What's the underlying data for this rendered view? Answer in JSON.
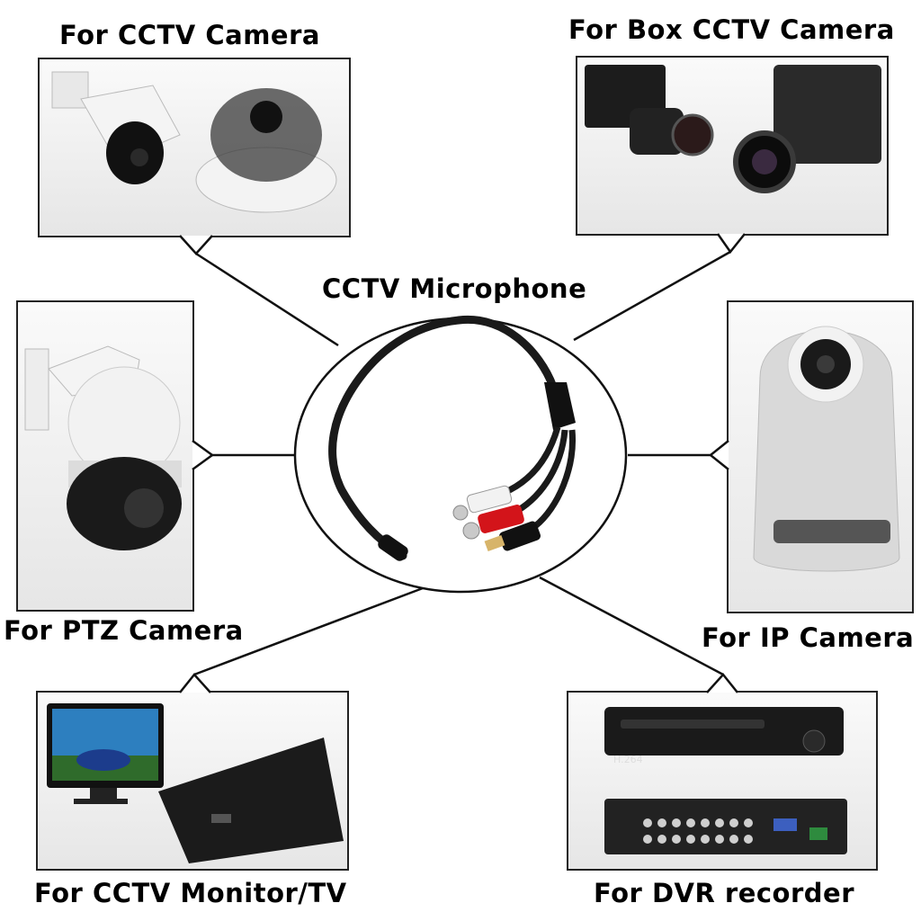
{
  "center": {
    "title": "CCTV Microphone"
  },
  "panels": {
    "cctv_camera": {
      "label": "For CCTV Camera"
    },
    "box_camera": {
      "label": "For Box CCTV Camera"
    },
    "ptz_camera": {
      "label": "For PTZ Camera"
    },
    "ip_camera": {
      "label": "For IP Camera"
    },
    "monitor_tv": {
      "label": "For CCTV Monitor/TV"
    },
    "dvr_recorder": {
      "label": "For DVR recorder",
      "dvr_badge": "H.264"
    }
  },
  "colors": {
    "line": "#111111",
    "cable": "#1a1a1a",
    "red_plug": "#d3141a",
    "white_plug": "#f2f2f2",
    "gold": "#d7b46a"
  }
}
